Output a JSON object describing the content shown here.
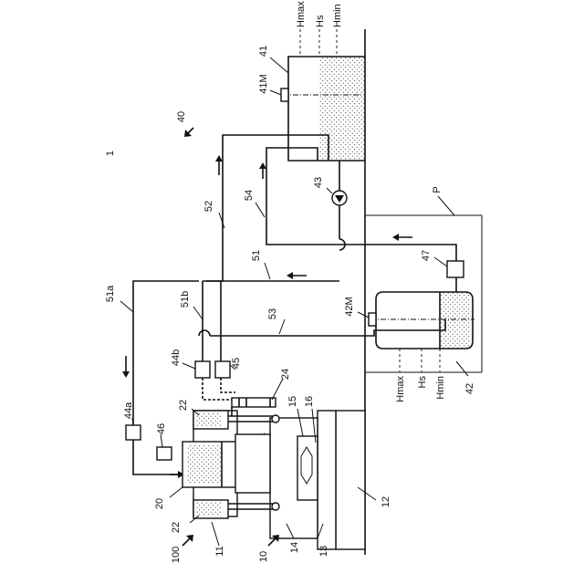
{
  "figure_number": "1",
  "labels": {
    "system": "100",
    "press": "10",
    "section40": "40",
    "ref11": "11",
    "ref12": "12",
    "ref13": "13",
    "ref14": "14",
    "ref15": "15",
    "ref16": "16",
    "ref20": "20",
    "ref22a": "22",
    "ref22b": "22",
    "ref24": "24",
    "ref41": "41",
    "ref41M": "41M",
    "ref42": "42",
    "ref42M": "42M",
    "ref43": "43",
    "ref44a": "44a",
    "ref44b": "44b",
    "ref45": "45",
    "ref46": "46",
    "ref47": "47",
    "ref51": "51",
    "ref51a": "51a",
    "ref51b": "51b",
    "ref52": "52",
    "ref53": "53",
    "ref54": "54",
    "refP": "P"
  },
  "tank41_levels": {
    "hmax": "Hmax",
    "hs": "Hs",
    "hmin": "Hmin"
  },
  "tank42_levels": {
    "hmax": "Hmax",
    "hs": "Hs",
    "hmin": "Hmin"
  }
}
